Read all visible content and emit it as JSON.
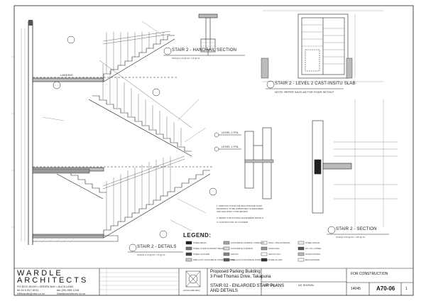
{
  "views": {
    "handrail_section": "STAIR 2 - HANDRAIL SECTION",
    "handrail_scale": "SCALE 1:10 @ A3 / 1:5 @ A1",
    "level2_slab": "STAIR 2 - LEVEL 2 CAST-INSITU SLAB",
    "level2_note": "NOTE: REFER 3/A70-05 FOR STAIR SETOUT",
    "section": "STAIR 2 - SECTION",
    "section_scale": "SCALE 1:50 @ A3 / 1:25 @ A1",
    "details": "STAIR 2 - DETAILS",
    "details_scale": "SCALE 1:10 @ A3 / 1:5 @ A1",
    "landing": "LANDING",
    "level_2": "LEVEL 2 FSL",
    "level_1": "LEVEL 1 FSL"
  },
  "legend": {
    "title": "LEGEND:",
    "items": [
      "STEEL BEAM",
      "STEEL STAIR SUPPORT BEAM",
      "STEEL COLUMN",
      "PRE-CAST CONCRETE STAIR & LANDING",
      "CONCRETE LANDING / PRECAST",
      "CONCRETE TOPPING",
      "GROUT",
      "PRE-CAST CONCRETE STAIR PLATE",
      "WALL / BALUSTRADE",
      "HAND RAIL",
      "GROUT FILL",
      "STEEL PLATE",
      "STEEL ANGLE",
      "SS / FILL PANEL",
      "STAIR NOSING",
      "BALUSTRADE"
    ]
  },
  "notes": {
    "note_1": "1. PRECAST STAIR AND BALUSTRADE SHOP DRAWINGS TO BE SUBMITTED TO ENGINEER AND ARCHITECT FOR REVIEW",
    "note_2": "2. REFER STRUCTURAL ENGINEERS DETAILS",
    "note_3": "3. CONTRACTOR TO CONFIRM"
  },
  "titleblock": {
    "company_line1": "WARDLE",
    "company_line2": "ARCHITECTS",
    "address_1": "PO BOX 80199  •  GREEN BAY  •  AUCKLAND",
    "phone_1": "tel 64 9 817 8011",
    "phone_2": "fax (09) 555 1248",
    "email": "AMwardle@xtra.co.nz",
    "web": "Wardlearchitects.co.nz",
    "stamp_text": "AUCKLAND REG",
    "project_line1": "Proposed Parking Building",
    "project_line2": "3 Fred Thomas Drive, Takapuna",
    "drawing_line1": "STAIR 02 - ENLARGED STAIR PLANS",
    "drawing_line2": "AND DETAILS",
    "status": "FOR CONSTRUCTION",
    "job_no": "14045",
    "sheet_no": "A70-06",
    "revision": "1",
    "date": "OCT 2014",
    "scale": "AS SHOWN"
  }
}
